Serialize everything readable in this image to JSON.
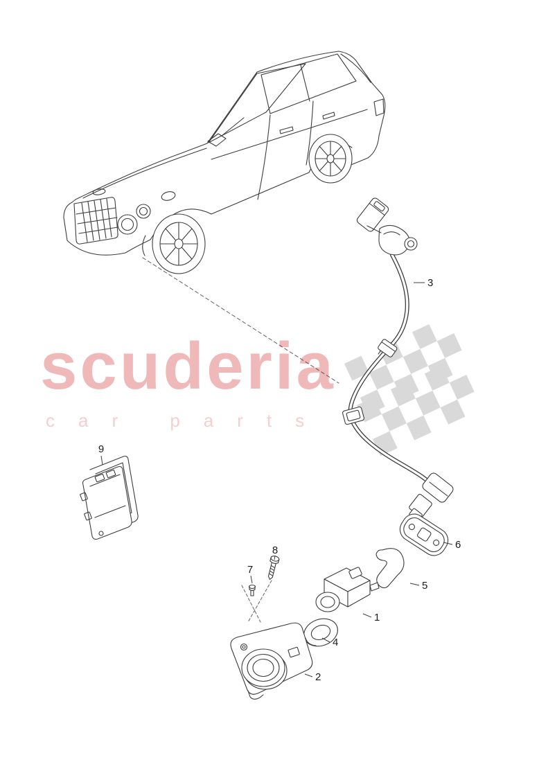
{
  "watermark": {
    "brand": "scuderia",
    "tagline": "car parts",
    "brand_color": "#f0b9b9",
    "tagline_color": "#f5cfcf",
    "flag_color": "#d9d9d9"
  },
  "diagram": {
    "line_color": "#3c3c3c",
    "callouts": [
      {
        "number": "1"
      },
      {
        "number": "2"
      },
      {
        "number": "3"
      },
      {
        "number": "4"
      },
      {
        "number": "5"
      },
      {
        "number": "6"
      },
      {
        "number": "7"
      },
      {
        "number": "8"
      },
      {
        "number": "9"
      }
    ]
  }
}
